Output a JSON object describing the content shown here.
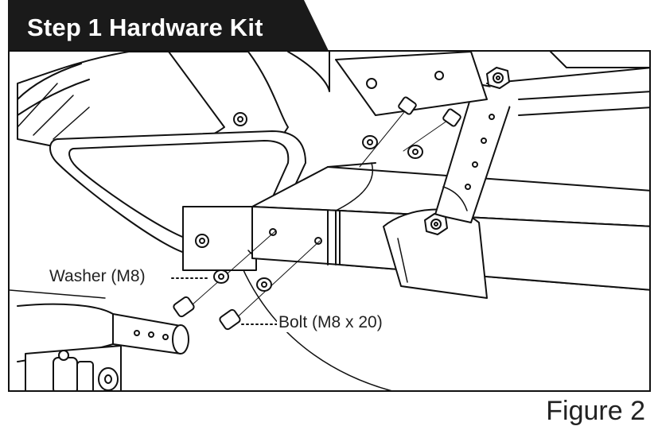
{
  "header": {
    "title": "Step 1 Hardware Kit",
    "tab_color": "#1a1a1a"
  },
  "callouts": {
    "washer": "Washer (M8)",
    "bolt": "Bolt (M8 x 20)"
  },
  "caption": "Figure 2"
}
